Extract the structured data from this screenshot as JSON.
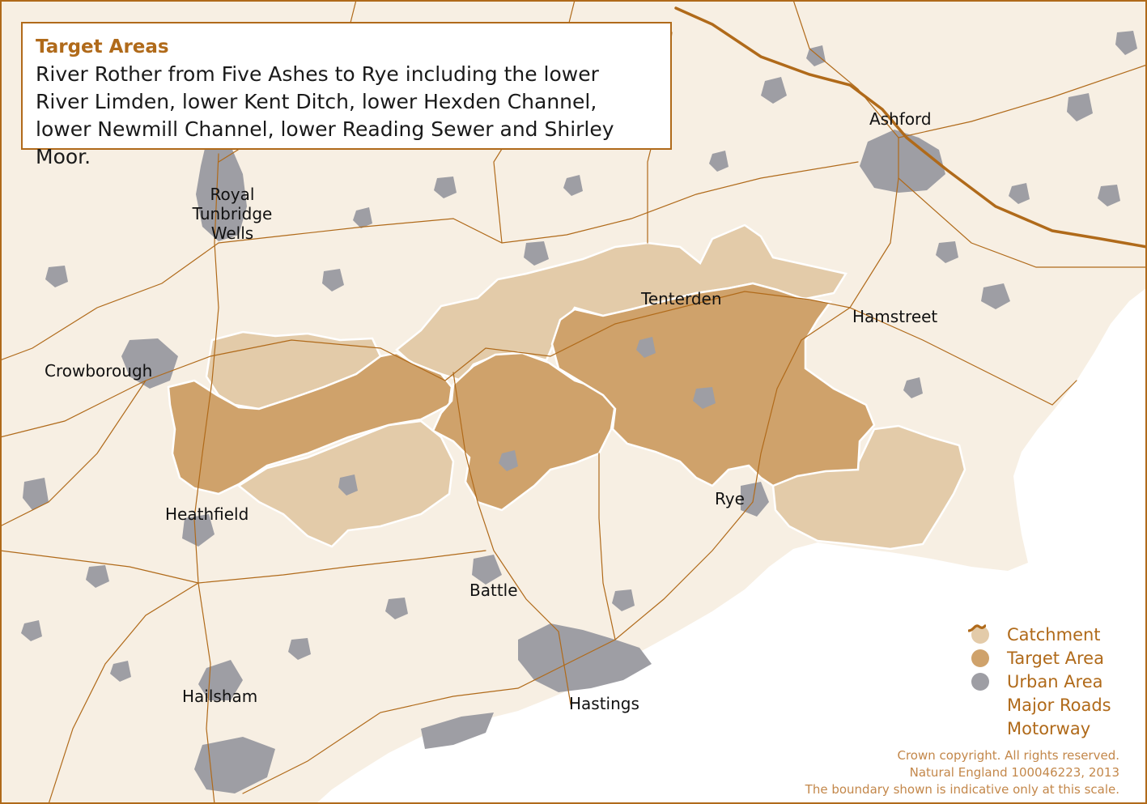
{
  "info_box": {
    "title": "Target Areas",
    "text": "River Rother from Five Ashes to Rye including the lower River Limden, lower Kent Ditch, lower Hexden Channel, lower Newmill Channel, lower Reading Sewer and Shirley Moor."
  },
  "towns": {
    "ashford": "Ashford",
    "royal": "Royal",
    "tunbridge": "Tunbridge",
    "wells": "Wells",
    "tenterden": "Tenterden",
    "hamstreet": "Hamstreet",
    "crowborough": "Crowborough",
    "heathfield": "Heathfield",
    "rye": "Rye",
    "battle": "Battle",
    "hailsham": "Hailsham",
    "hastings": "Hastings"
  },
  "legend": {
    "catchment": {
      "label": "Catchment",
      "color": "#e3cba9"
    },
    "target_area": {
      "label": "Target Area",
      "color": "#cfa26b"
    },
    "urban_area": {
      "label": "Urban Area",
      "color": "#9e9ea4"
    },
    "major_roads": {
      "label": "Major Roads",
      "color": "#b06a1a"
    },
    "motorway": {
      "label": "Motorway",
      "color": "#b06a1a"
    }
  },
  "credits": {
    "line1": "Crown copyright. All rights reserved.",
    "line2": "Natural England 100046223, 2013",
    "line3": "The boundary shown is indicative only at this scale."
  },
  "colors": {
    "land": "#f7efe3",
    "sea": "#ffffff",
    "frame": "#b06a1a"
  }
}
